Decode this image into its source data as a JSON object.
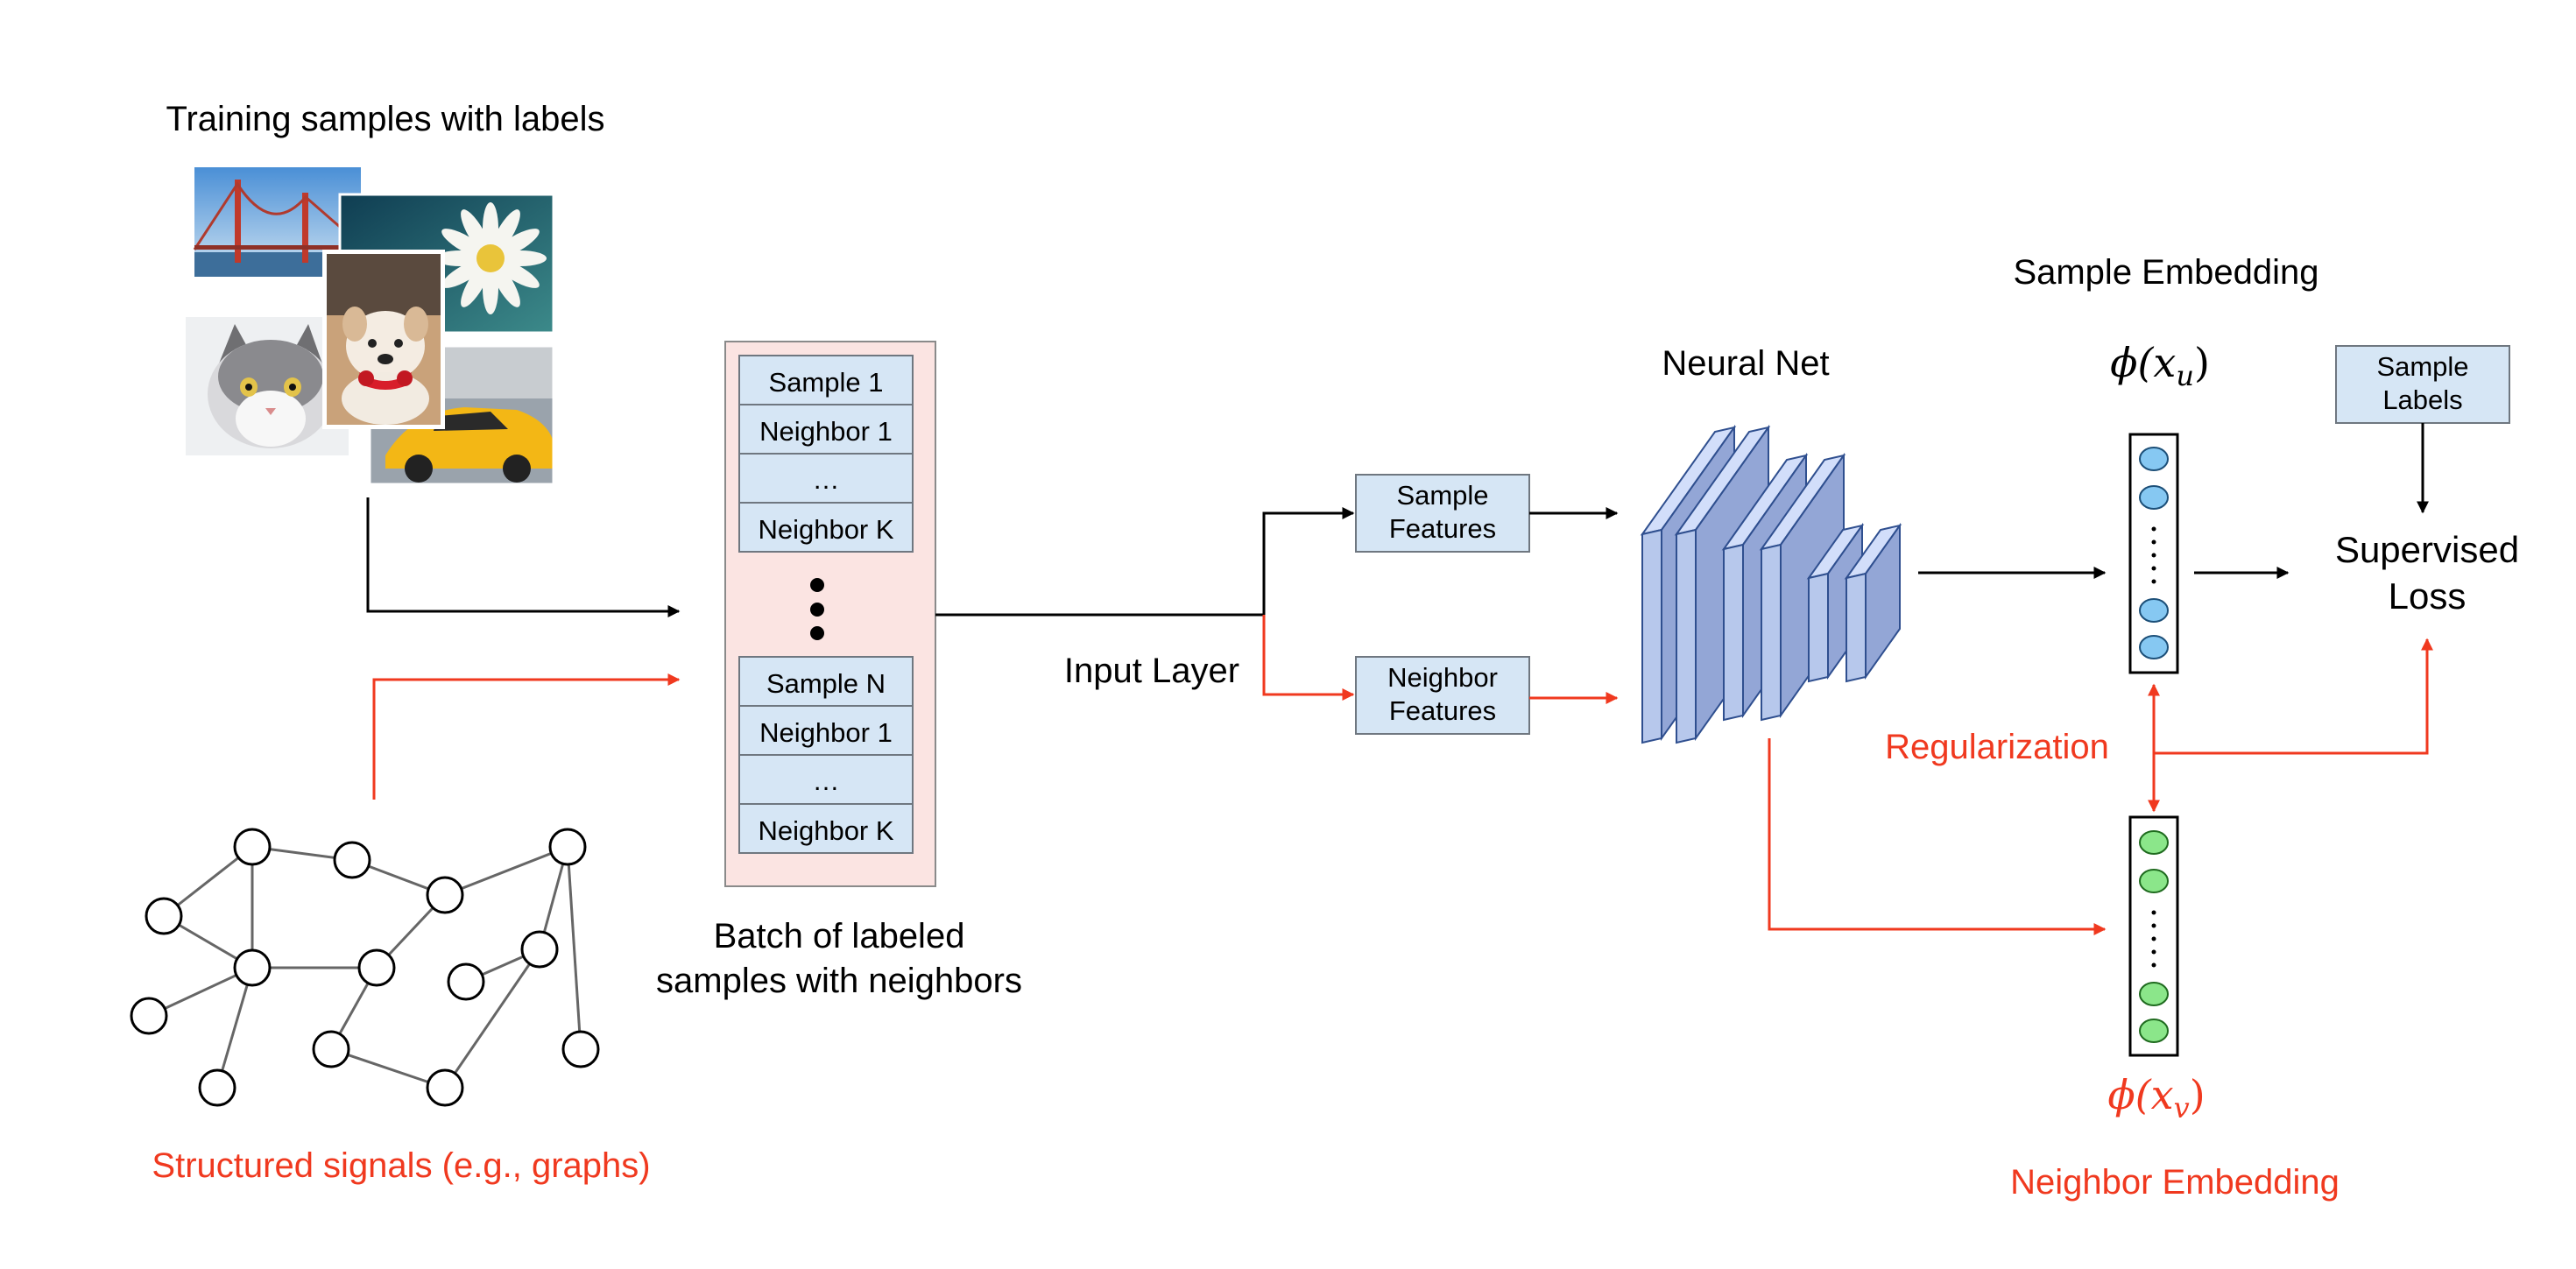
{
  "training": {
    "title": "Training samples with labels"
  },
  "batch": {
    "items": [
      "Sample 1",
      "Neighbor 1",
      "…",
      "Neighbor K",
      "Sample N",
      "Neighbor 1",
      "…",
      "Neighbor K"
    ],
    "caption_line1": "Batch of labeled",
    "caption_line2": "samples with neighbors"
  },
  "graph": {
    "caption": "Structured signals (e.g., graphs)"
  },
  "input_layer": {
    "label": "Input Layer"
  },
  "features": {
    "sample_line1": "Sample",
    "sample_line2": "Features",
    "neighbor_line1": "Neighbor",
    "neighbor_line2": "Features"
  },
  "neural_net": {
    "label": "Neural Net"
  },
  "embeddings": {
    "sample_title": "Sample Embedding",
    "sample_phi": "ϕ(x",
    "sample_sub": "u",
    "neighbor_phi": "ϕ(x",
    "neighbor_sub": "v",
    "neighbor_title": "Neighbor Embedding",
    "close_paren": ")"
  },
  "labels_box": {
    "line1": "Sample",
    "line2": "Labels"
  },
  "loss": {
    "line1": "Supervised",
    "line2": "Loss"
  },
  "regularization": {
    "label": "Regularization"
  },
  "colors": {
    "red": "#f0391f",
    "box_fill": "#d6e6f5",
    "batch_fill": "#fbe4e2",
    "layer_fill": "#b7c8ec",
    "layer_dark": "#93a6d6",
    "node_blue": "#86c8f2",
    "node_green": "#8be68a"
  }
}
